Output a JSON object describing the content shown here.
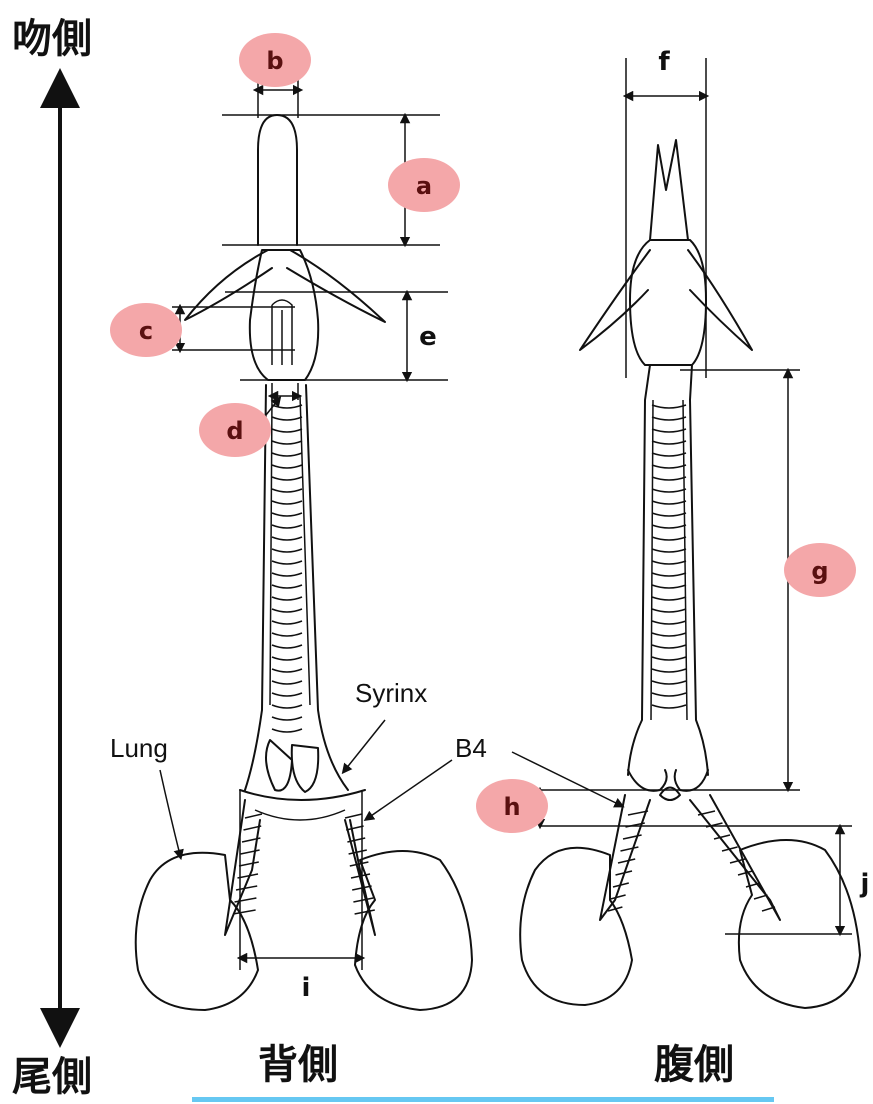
{
  "axis": {
    "top_label": "吻側",
    "bottom_label": "尾側"
  },
  "views": {
    "dorsal": "背側",
    "ventral": "腹側"
  },
  "measurements": {
    "a": "a",
    "b": "b",
    "c": "c",
    "d": "d",
    "e": "e",
    "f": "f",
    "g": "g",
    "h": "h",
    "i": "i",
    "j": "j"
  },
  "structures": {
    "syrinx": "Syrinx",
    "lung": "Lung",
    "b4": "B4"
  },
  "colors": {
    "badge": "#f4a7a9",
    "badge_text": "#5a1010",
    "ink": "#111111",
    "footer_rule": "#66c8f2"
  }
}
